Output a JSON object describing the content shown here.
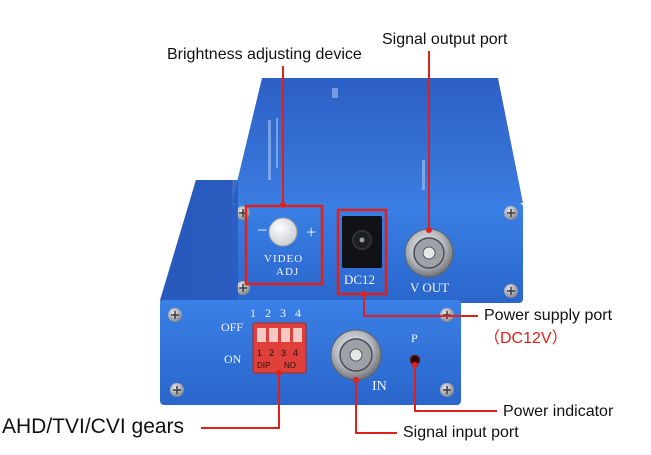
{
  "callouts": {
    "brightness": "Brightness adjusting device",
    "signal_output": "Signal output port",
    "power_supply": "Power supply port",
    "power_supply_spec": "（DC12V）",
    "power_indicator": "Power indicator",
    "signal_input": "Signal input port",
    "gears": "AHD/TVI/CVI gears"
  },
  "back_panel": {
    "minus": "−",
    "plus": "+",
    "adj_line1": "VIDEO",
    "adj_line2": "ADJ",
    "dc_label": "DC12",
    "vout_label": "V OUT"
  },
  "front_panel": {
    "dip_numbers": [
      "1",
      "2",
      "3",
      "4"
    ],
    "off_label": "OFF",
    "on_label": "ON",
    "dip_bottom_left": "DIP",
    "dip_bottom_right": "NO",
    "in_label": "IN",
    "p_label": "P"
  },
  "colors": {
    "case_blue": "#2f6fd6",
    "case_dark": "#1a4aa8",
    "callout_red": "#e0201a",
    "dip_red": "#e0403a"
  }
}
